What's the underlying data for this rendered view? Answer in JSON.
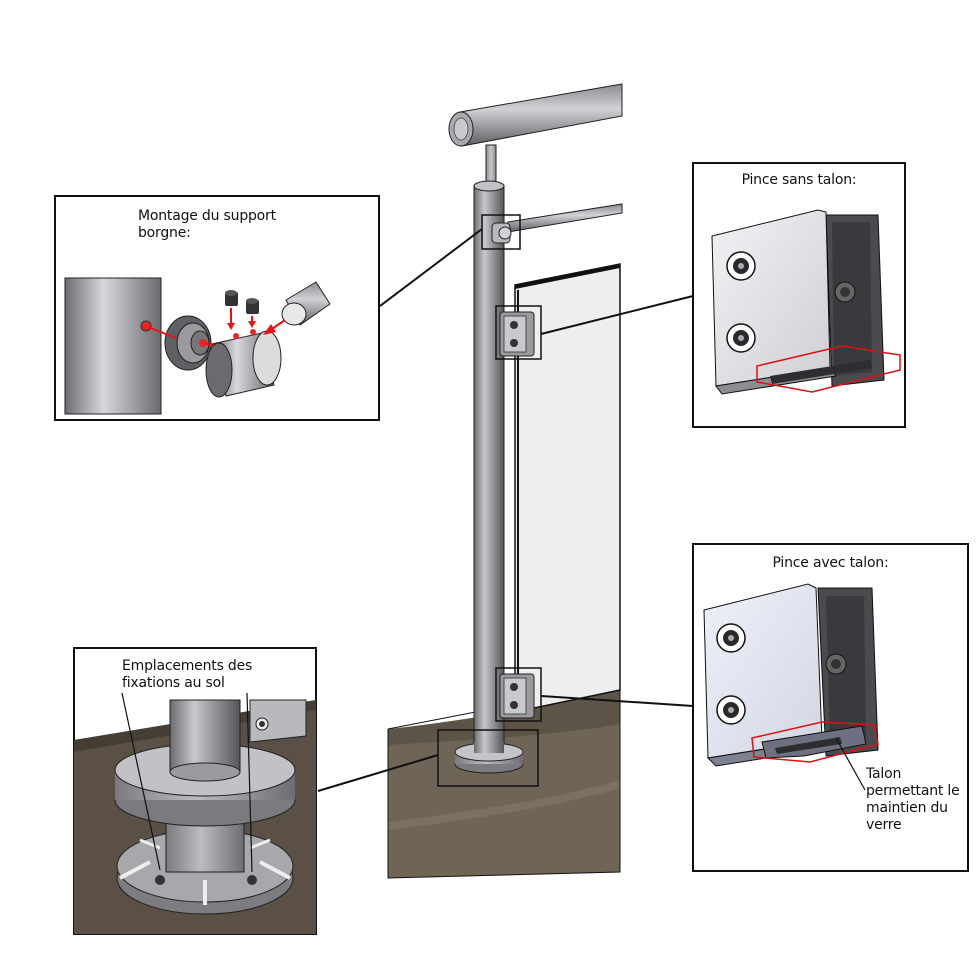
{
  "colors": {
    "steel_light": "#e6e6ea",
    "steel_mid": "#a9a9ad",
    "steel_dark": "#5b5b60",
    "floor": "#6f6557",
    "floor_dark": "#51493e",
    "glass": "#eeeeee",
    "highlight": "#e01010",
    "frame": "#111111",
    "clamp_tint": "#e8ecf6"
  },
  "callouts": {
    "montage": {
      "title": "Montage du support\nborgne:"
    },
    "pince_sans": {
      "title": "Pince sans talon:"
    },
    "pince_avec": {
      "title": "Pince avec talon:",
      "note": "Talon\npermettant le\nmaintien du\nverre"
    },
    "fixations": {
      "title": "Emplacements des\nfixations au sol"
    }
  }
}
